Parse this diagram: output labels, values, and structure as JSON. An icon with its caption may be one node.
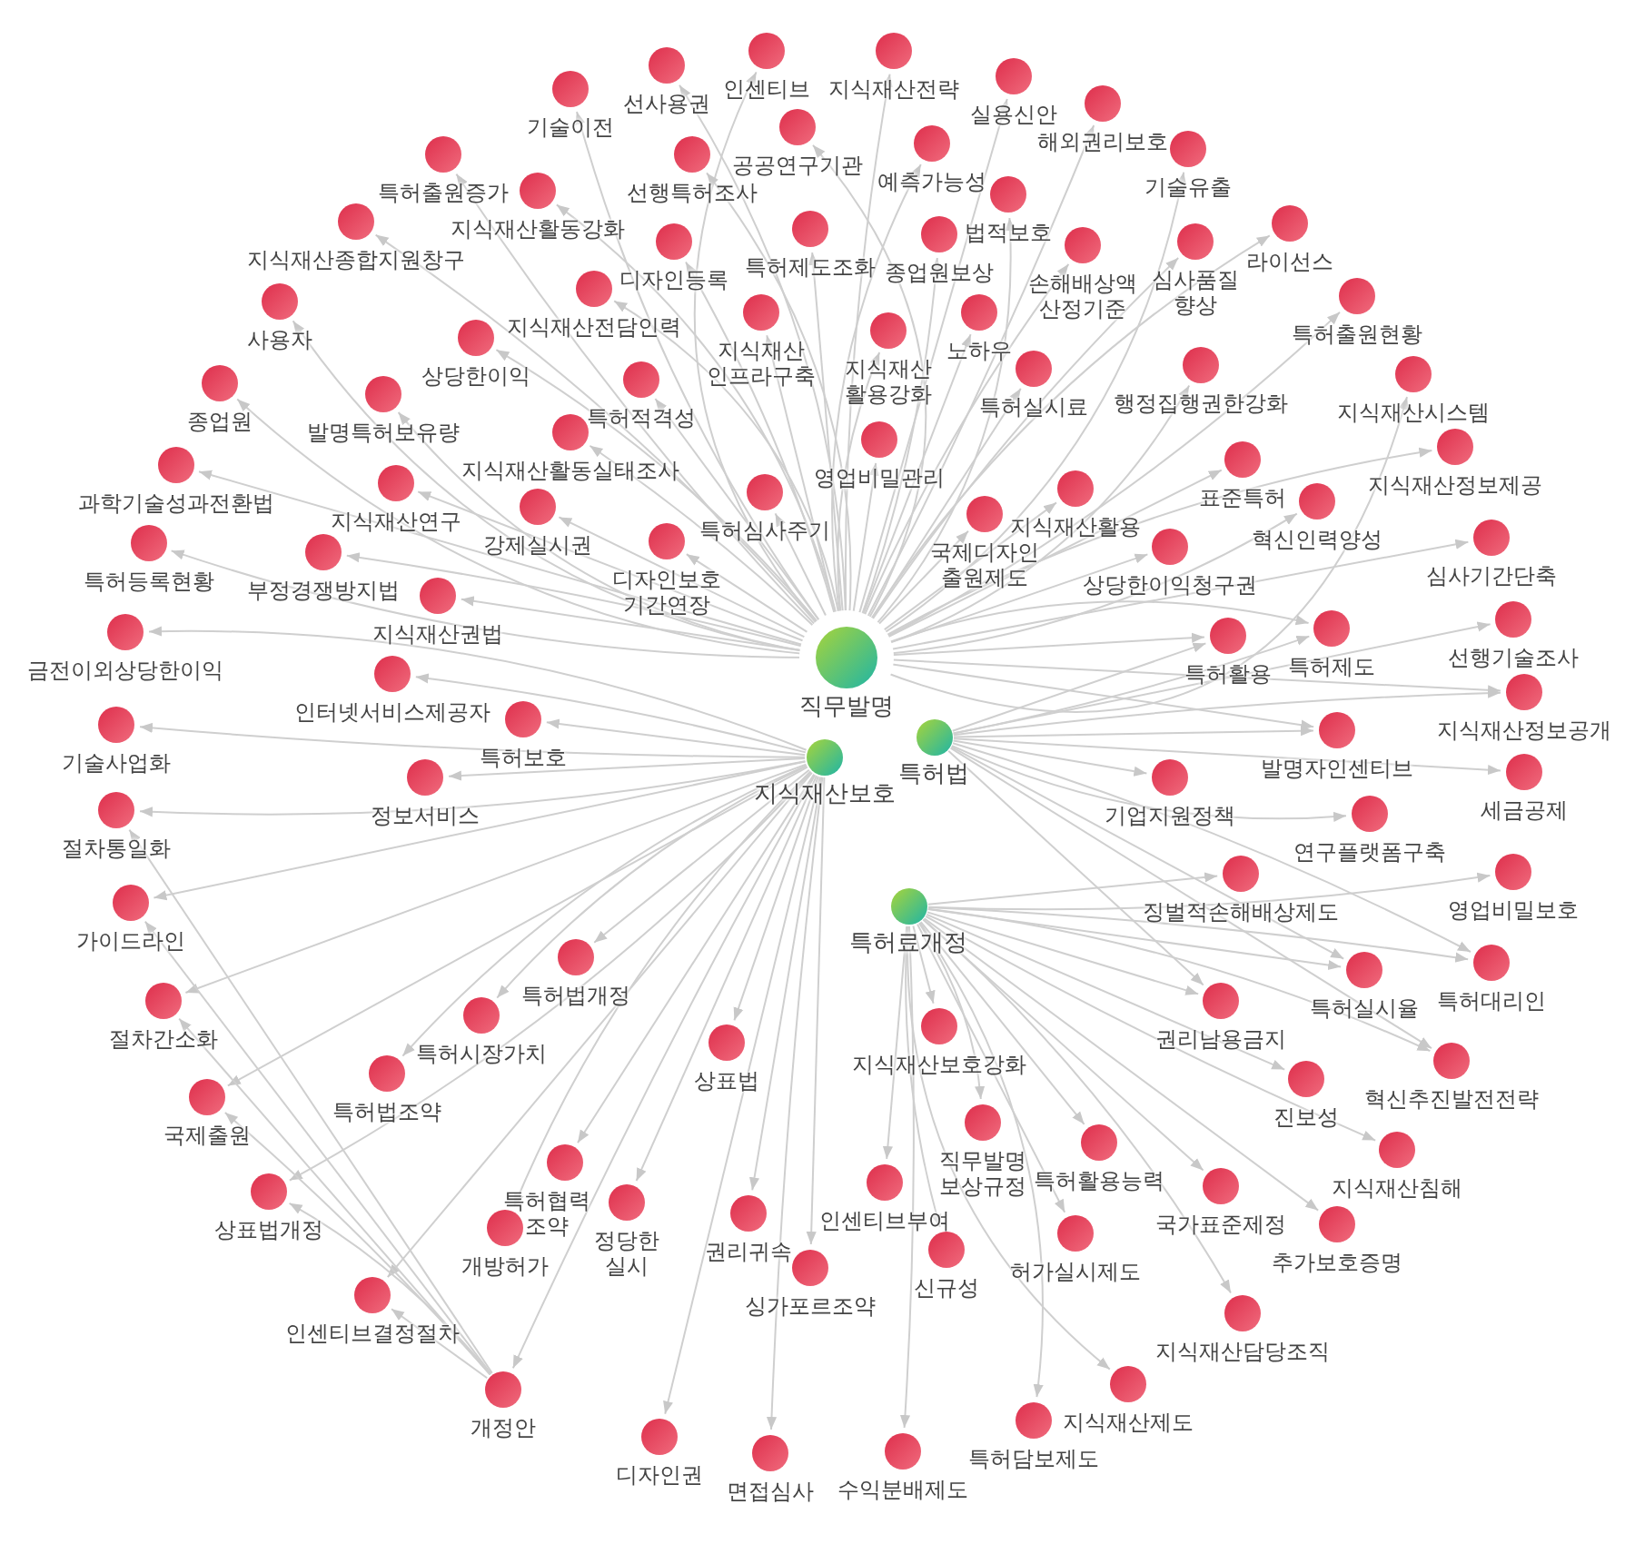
{
  "diagram": {
    "nodes": [
      {
        "text": [
          "직무발명"
        ]
      },
      {
        "text": [
          "지식재산보호"
        ]
      },
      {
        "text": [
          "특허법"
        ]
      },
      {
        "text": [
          "특허료개정"
        ]
      },
      {
        "text": [
          "기술이전"
        ]
      },
      {
        "text": [
          "선사용권"
        ]
      },
      {
        "text": [
          "인센티브"
        ]
      },
      {
        "text": [
          "지식재산전략"
        ]
      },
      {
        "text": [
          "실용신안"
        ]
      },
      {
        "text": [
          "해외권리보호"
        ]
      },
      {
        "text": [
          "기술유출"
        ]
      },
      {
        "text": [
          "특허출원증가"
        ]
      },
      {
        "text": [
          "공공연구기관"
        ]
      },
      {
        "text": [
          "선행특허조사"
        ]
      },
      {
        "text": [
          "예측가능성"
        ]
      },
      {
        "text": [
          "지식재산활동강화"
        ]
      },
      {
        "text": [
          "지식재산종합지원창구"
        ]
      },
      {
        "text": [
          "법적보호"
        ]
      },
      {
        "text": [
          "심사품질 향상"
        ]
      },
      {
        "text": [
          "라이선스"
        ]
      },
      {
        "text": [
          "디자인등록"
        ]
      },
      {
        "text": [
          "특허제도조화"
        ]
      },
      {
        "text": [
          "종업원보상"
        ]
      },
      {
        "text": [
          "손해배상액 산정기준"
        ]
      },
      {
        "text": [
          "사용자"
        ]
      },
      {
        "text": [
          "지식재산전담인력"
        ]
      },
      {
        "text": [
          "상당한이익"
        ]
      },
      {
        "text": [
          "지식재산 인프라구축"
        ]
      },
      {
        "text": [
          "노하우"
        ]
      },
      {
        "text": [
          "지식재산 활용강화"
        ]
      },
      {
        "text": [
          "특허출원현황"
        ]
      },
      {
        "text": [
          "특허적격성"
        ]
      },
      {
        "text": [
          "특허실시료"
        ]
      },
      {
        "text": [
          "행정집행권한강화"
        ]
      },
      {
        "text": [
          "종업원"
        ]
      },
      {
        "text": [
          "발명특허보유량"
        ]
      },
      {
        "text": [
          "지식재산시스템"
        ]
      },
      {
        "text": [
          "영업비밀관리"
        ]
      },
      {
        "text": [
          "과학기술성과전환법"
        ]
      },
      {
        "text": [
          "지식재산활동실태조사"
        ]
      },
      {
        "text": [
          "국제디자인 출원제도"
        ]
      },
      {
        "text": [
          "지식재산활용"
        ]
      },
      {
        "text": [
          "특허심사주기"
        ]
      },
      {
        "text": [
          "강제실시권"
        ]
      },
      {
        "text": [
          "지식재산연구"
        ]
      },
      {
        "text": [
          "특허등록현황"
        ]
      },
      {
        "text": [
          "부정경쟁방지법"
        ]
      },
      {
        "text": [
          "디자인보호 기간연장"
        ]
      },
      {
        "text": [
          "표준특허"
        ]
      },
      {
        "text": [
          "혁신인력양성"
        ]
      },
      {
        "text": [
          "지식재산정보제공"
        ]
      },
      {
        "text": [
          "상당한이익청구권"
        ]
      },
      {
        "text": [
          "심사기간단축"
        ]
      },
      {
        "text": [
          "지식재산권법"
        ]
      },
      {
        "text": [
          "금전이외상당한이익"
        ]
      },
      {
        "text": [
          "선행기술조사"
        ]
      },
      {
        "text": [
          "특허활용"
        ]
      },
      {
        "text": [
          "특허제도"
        ]
      },
      {
        "text": [
          "인터넷서비스제공자"
        ]
      },
      {
        "text": [
          "지식재산정보공개"
        ]
      },
      {
        "text": [
          "기술사업화"
        ]
      },
      {
        "text": [
          "특허보호"
        ]
      },
      {
        "text": [
          "발명자인센티브"
        ]
      },
      {
        "text": [
          "세금공제"
        ]
      },
      {
        "text": [
          "정보서비스"
        ]
      },
      {
        "text": [
          "절차통일화"
        ]
      },
      {
        "text": [
          "기업지원정책"
        ]
      },
      {
        "text": [
          "연구플랫폼구축"
        ]
      },
      {
        "text": [
          "영업비밀보호"
        ]
      },
      {
        "text": [
          "징벌적손해배상제도"
        ]
      },
      {
        "text": [
          "가이드라인"
        ]
      },
      {
        "text": [
          "특허법개정"
        ]
      },
      {
        "text": [
          "특허실시율"
        ]
      },
      {
        "text": [
          "특허대리인"
        ]
      },
      {
        "text": [
          "절차간소화"
        ]
      },
      {
        "text": [
          "특허시장가치"
        ]
      },
      {
        "text": [
          "권리남용금지"
        ]
      },
      {
        "text": [
          "지식재산보호강화"
        ]
      },
      {
        "text": [
          "특허법조약"
        ]
      },
      {
        "text": [
          "상표법"
        ]
      },
      {
        "text": [
          "혁신추진발전전략"
        ]
      },
      {
        "text": [
          "국제출원"
        ]
      },
      {
        "text": [
          "진보성"
        ]
      },
      {
        "text": [
          "직무발명 보상규정"
        ]
      },
      {
        "text": [
          "특허활용능력"
        ]
      },
      {
        "text": [
          "지식재산침해"
        ]
      },
      {
        "text": [
          "특허협력 조약"
        ]
      },
      {
        "text": [
          "정당한 실시"
        ]
      },
      {
        "text": [
          "상표법개정"
        ]
      },
      {
        "text": [
          "국가표준제정"
        ]
      },
      {
        "text": [
          "인센티브부여"
        ]
      },
      {
        "text": [
          "개방허가"
        ]
      },
      {
        "text": [
          "권리귀속"
        ]
      },
      {
        "text": [
          "신규성"
        ]
      },
      {
        "text": [
          "허가실시제도"
        ]
      },
      {
        "text": [
          "추가보호증명"
        ]
      },
      {
        "text": [
          "싱가포르조약"
        ]
      },
      {
        "text": [
          "인센티브결정절차"
        ]
      },
      {
        "text": [
          "지식재산담당조직"
        ]
      },
      {
        "text": [
          "개정안"
        ]
      },
      {
        "text": [
          "디자인권"
        ]
      },
      {
        "text": [
          "지식재산제도"
        ]
      },
      {
        "text": [
          "특허담보제도"
        ]
      },
      {
        "text": [
          "면접심사"
        ]
      },
      {
        "text": [
          "수익분배제도"
        ]
      }
    ],
    "edges": [
      {
        "from": 0,
        "to": 4,
        "arrow": "to"
      },
      {
        "from": 0,
        "to": 5,
        "arrow": "to"
      },
      {
        "from": 0,
        "to": 6,
        "arrow": "to"
      },
      {
        "from": 0,
        "to": 7,
        "arrow": "to"
      },
      {
        "from": 0,
        "to": 8,
        "arrow": "to"
      },
      {
        "from": 0,
        "to": 9,
        "arrow": "to"
      },
      {
        "from": 0,
        "to": 10,
        "arrow": "to"
      },
      {
        "from": 0,
        "to": 11,
        "arrow": "to"
      },
      {
        "from": 0,
        "to": 12,
        "arrow": "to"
      },
      {
        "from": 0,
        "to": 13,
        "arrow": "to"
      },
      {
        "from": 0,
        "to": 14,
        "arrow": "to"
      },
      {
        "from": 0,
        "to": 15,
        "arrow": "to"
      },
      {
        "from": 0,
        "to": 16,
        "arrow": "to"
      },
      {
        "from": 0,
        "to": 17,
        "arrow": "to"
      },
      {
        "from": 0,
        "to": 18,
        "arrow": "to"
      },
      {
        "from": 0,
        "to": 19,
        "arrow": "to"
      },
      {
        "from": 0,
        "to": 20,
        "arrow": "to"
      },
      {
        "from": 0,
        "to": 21,
        "arrow": "to"
      },
      {
        "from": 0,
        "to": 22,
        "arrow": "to"
      },
      {
        "from": 0,
        "to": 23,
        "arrow": "to"
      },
      {
        "from": 0,
        "to": 24,
        "arrow": "to"
      },
      {
        "from": 0,
        "to": 25,
        "arrow": "to"
      },
      {
        "from": 0,
        "to": 26,
        "arrow": "to"
      },
      {
        "from": 0,
        "to": 27,
        "arrow": "to"
      },
      {
        "from": 0,
        "to": 28,
        "arrow": "to"
      },
      {
        "from": 0,
        "to": 29,
        "arrow": "to"
      },
      {
        "from": 0,
        "to": 30,
        "arrow": "to"
      },
      {
        "from": 0,
        "to": 31,
        "arrow": "to"
      },
      {
        "from": 0,
        "to": 32,
        "arrow": "to"
      },
      {
        "from": 0,
        "to": 33,
        "arrow": "to"
      },
      {
        "from": 0,
        "to": 34,
        "arrow": "to"
      },
      {
        "from": 0,
        "to": 35,
        "arrow": "to"
      },
      {
        "from": 0,
        "to": 36,
        "arrow": "to"
      },
      {
        "from": 0,
        "to": 37,
        "arrow": "to"
      },
      {
        "from": 0,
        "to": 38,
        "arrow": "to"
      },
      {
        "from": 0,
        "to": 39,
        "arrow": "to"
      },
      {
        "from": 0,
        "to": 40,
        "arrow": "to"
      },
      {
        "from": 0,
        "to": 41,
        "arrow": "to"
      },
      {
        "from": 0,
        "to": 42,
        "arrow": "to"
      },
      {
        "from": 0,
        "to": 43,
        "arrow": "to"
      },
      {
        "from": 0,
        "to": 44,
        "arrow": "to"
      },
      {
        "from": 0,
        "to": 45,
        "arrow": "to"
      },
      {
        "from": 0,
        "to": 46,
        "arrow": "to"
      },
      {
        "from": 0,
        "to": 47,
        "arrow": "to"
      },
      {
        "from": 0,
        "to": 48,
        "arrow": "to"
      },
      {
        "from": 0,
        "to": 49,
        "arrow": "to"
      },
      {
        "from": 0,
        "to": 50,
        "arrow": "to"
      },
      {
        "from": 0,
        "to": 51,
        "arrow": "to"
      },
      {
        "from": 0,
        "to": 52,
        "arrow": "to"
      },
      {
        "from": 0,
        "to": 53,
        "arrow": "to"
      },
      {
        "from": 1,
        "to": 54,
        "arrow": "to"
      },
      {
        "from": 1,
        "to": 58,
        "arrow": "to"
      },
      {
        "from": 1,
        "to": 60,
        "arrow": "to"
      },
      {
        "from": 1,
        "to": 61,
        "arrow": "to"
      },
      {
        "from": 1,
        "to": 64,
        "arrow": "to"
      },
      {
        "from": 1,
        "to": 65,
        "arrow": "to"
      },
      {
        "from": 1,
        "to": 70,
        "arrow": "to"
      },
      {
        "from": 1,
        "to": 71,
        "arrow": "to"
      },
      {
        "from": 1,
        "to": 74,
        "arrow": "to"
      },
      {
        "from": 1,
        "to": 75,
        "arrow": "to"
      },
      {
        "from": 1,
        "to": 78,
        "arrow": "to"
      },
      {
        "from": 1,
        "to": 79,
        "arrow": "to"
      },
      {
        "from": 1,
        "to": 81,
        "arrow": "to"
      },
      {
        "from": 1,
        "to": 86,
        "arrow": "to"
      },
      {
        "from": 1,
        "to": 87,
        "arrow": "to"
      },
      {
        "from": 1,
        "to": 88,
        "arrow": "to"
      },
      {
        "from": 1,
        "to": 91,
        "arrow": "to"
      },
      {
        "from": 1,
        "to": 92,
        "arrow": "to"
      },
      {
        "from": 1,
        "to": 96,
        "arrow": "to"
      },
      {
        "from": 1,
        "to": 97,
        "arrow": "to"
      },
      {
        "from": 1,
        "to": 99,
        "arrow": "to"
      },
      {
        "from": 1,
        "to": 100,
        "arrow": "to"
      },
      {
        "from": 1,
        "to": 103,
        "arrow": "to"
      },
      {
        "from": 2,
        "to": 55,
        "arrow": "to"
      },
      {
        "from": 2,
        "to": 56,
        "arrow": "to"
      },
      {
        "from": 2,
        "to": 57,
        "arrow": "to"
      },
      {
        "from": 2,
        "to": 59,
        "arrow": "to"
      },
      {
        "from": 2,
        "to": 62,
        "arrow": "to"
      },
      {
        "from": 2,
        "to": 63,
        "arrow": "to"
      },
      {
        "from": 2,
        "to": 66,
        "arrow": "to"
      },
      {
        "from": 2,
        "to": 67,
        "arrow": "to"
      },
      {
        "from": 3,
        "to": 68,
        "arrow": "to"
      },
      {
        "from": 3,
        "to": 69,
        "arrow": "to"
      },
      {
        "from": 3,
        "to": 72,
        "arrow": "to"
      },
      {
        "from": 3,
        "to": 73,
        "arrow": "to"
      },
      {
        "from": 3,
        "to": 76,
        "arrow": "to"
      },
      {
        "from": 3,
        "to": 77,
        "arrow": "to"
      },
      {
        "from": 3,
        "to": 80,
        "arrow": "to"
      },
      {
        "from": 3,
        "to": 82,
        "arrow": "to"
      },
      {
        "from": 3,
        "to": 83,
        "arrow": "to"
      },
      {
        "from": 3,
        "to": 84,
        "arrow": "to"
      },
      {
        "from": 3,
        "to": 85,
        "arrow": "to"
      },
      {
        "from": 3,
        "to": 89,
        "arrow": "to"
      },
      {
        "from": 3,
        "to": 90,
        "arrow": "to"
      },
      {
        "from": 3,
        "to": 93,
        "arrow": "to"
      },
      {
        "from": 3,
        "to": 94,
        "arrow": "to"
      },
      {
        "from": 3,
        "to": 95,
        "arrow": "to"
      },
      {
        "from": 3,
        "to": 98,
        "arrow": "to"
      },
      {
        "from": 3,
        "to": 101,
        "arrow": "to"
      },
      {
        "from": 3,
        "to": 102,
        "arrow": "to"
      },
      {
        "from": 3,
        "to": 104,
        "arrow": "to"
      },
      {
        "from": 99,
        "to": 97,
        "arrow": "to"
      },
      {
        "from": 99,
        "to": 88,
        "arrow": "to"
      },
      {
        "from": 99,
        "to": 81,
        "arrow": "to"
      },
      {
        "from": 99,
        "to": 74,
        "arrow": "to"
      },
      {
        "from": 99,
        "to": 70,
        "arrow": "to"
      },
      {
        "from": 99,
        "to": 65,
        "arrow": "to"
      },
      {
        "from": 2,
        "to": 72,
        "arrow": "to"
      },
      {
        "from": 2,
        "to": 73,
        "arrow": "to"
      },
      {
        "from": 2,
        "to": 76,
        "arrow": "to"
      },
      {
        "from": 2,
        "to": 80,
        "arrow": "to"
      },
      {
        "from": 0,
        "to": 56,
        "arrow": "to"
      },
      {
        "from": 0,
        "to": 57,
        "arrow": "to"
      },
      {
        "from": 0,
        "to": 59,
        "arrow": "to"
      },
      {
        "from": 0,
        "to": 62,
        "arrow": "to"
      }
    ]
  }
}
